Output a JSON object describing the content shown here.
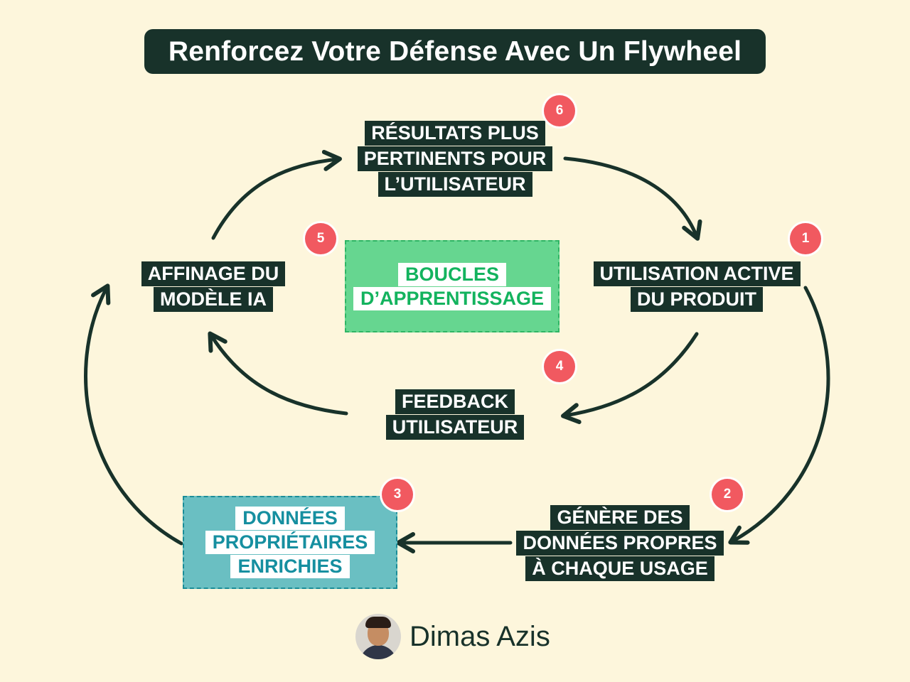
{
  "title": "Renforcez Votre Défense Avec Un Flywheel",
  "center": {
    "lines": [
      "BOUCLES",
      "D’APPRENTISSAGE"
    ]
  },
  "steps": [
    {
      "badge": "1",
      "lines": [
        "UTILISATION ACTIVE",
        "DU PRODUIT"
      ]
    },
    {
      "badge": "2",
      "lines": [
        "GÉNÈRE DES",
        "DONNÉES PROPRES",
        "À CHAQUE USAGE"
      ]
    },
    {
      "badge": "3",
      "lines": [
        "DONNÉES",
        "PROPRIÉTAIRES",
        "ENRICHIES"
      ]
    },
    {
      "badge": "4",
      "lines": [
        "FEEDBACK",
        "UTILISATEUR"
      ]
    },
    {
      "badge": "5",
      "lines": [
        "AFFINAGE DU",
        "MODÈLE IA"
      ]
    },
    {
      "badge": "6",
      "lines": [
        "RÉSULTATS PLUS",
        "PERTINENTS POUR",
        "L’UTILISATEUR"
      ]
    }
  ],
  "author": {
    "name": "Dimas Azis"
  },
  "colors": {
    "background": "#fdf6dc",
    "dark": "#18322a",
    "badge": "#f15960",
    "green": "#66d690",
    "teal": "#6abfc2"
  }
}
